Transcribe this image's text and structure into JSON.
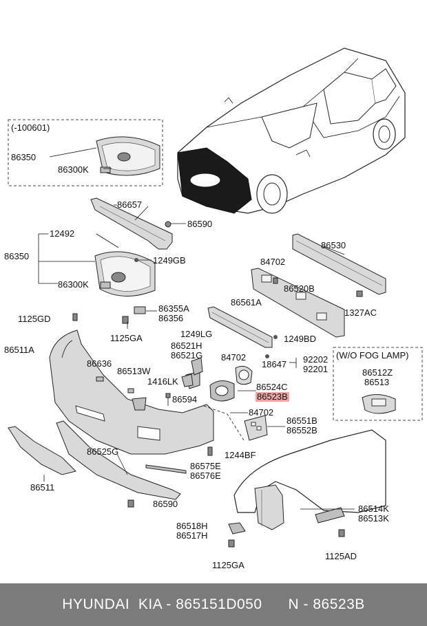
{
  "boxes": {
    "early_model_note": "(-100601)",
    "fog_lamp_note": "(W/O FOG LAMP)"
  },
  "labels": {
    "p86350a": "86350",
    "p86300ka": "86300K",
    "p86657": "86657",
    "p86590a": "86590",
    "p12492": "12492",
    "p86350b": "86350",
    "p1249gb": "1249GB",
    "p86300kb": "86300K",
    "p86355a": "86355A",
    "p86356": "86356",
    "p1125gda": "1125GD",
    "p1125gaa": "1125GA",
    "p86530": "86530",
    "p84702a": "84702",
    "p86520b": "86520B",
    "p1327ac": "1327AC",
    "p86561a": "86561A",
    "p1249lg": "1249LG",
    "p1249bd": "1249BD",
    "p86521h": "86521H",
    "p86521g": "86521G",
    "p84702b": "84702",
    "p92202": "92202",
    "p18647": "18647",
    "p92201": "92201",
    "p86511a": "86511A",
    "p86636": "86636",
    "p86513w": "86513W",
    "p1416lk": "1416LK",
    "p86594": "86594",
    "p86524c": "86524C",
    "p86523b": "86523B",
    "p86512z": "86512Z",
    "p86513": "86513",
    "p84702c": "84702",
    "p86551b": "86551B",
    "p86552b": "86552B",
    "p86525g": "86525G",
    "p1244bf": "1244BF",
    "p86511": "86511",
    "p86575e": "86575E",
    "p86576e": "86576E",
    "p86590b": "86590",
    "p86514k": "86514K",
    "p86513k": "86513K",
    "p86518h": "86518H",
    "p86517h": "86517H",
    "p1125ad": "1125AD",
    "p1125gab": "1125GA"
  },
  "highlight_color": "#f4a3a3",
  "footer": {
    "text": "HYUNDAI  KIA - 865151D050      N - 86523B"
  }
}
